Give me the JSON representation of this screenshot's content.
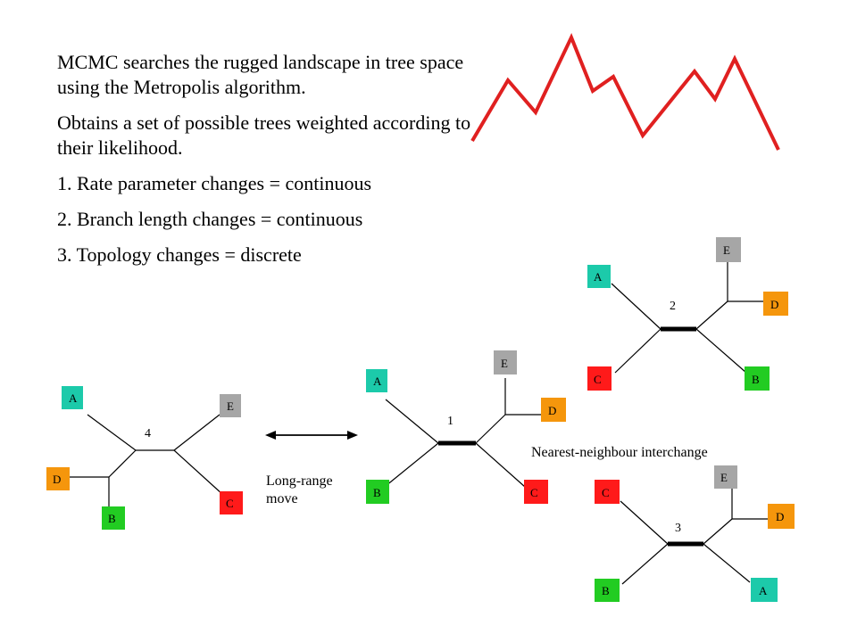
{
  "intro": {
    "para1": "MCMC searches the rugged landscape in tree space using the Metropolis algorithm.",
    "para2": "Obtains a set of possible trees weighted according to their likelihood.",
    "item1": "1. Rate parameter changes = continuous",
    "item2": "2. Branch length changes = continuous",
    "item3": "3. Topology changes = discrete"
  },
  "landscape": {
    "color": "#e02020"
  },
  "captions": {
    "long_range_line1": "Long-range",
    "long_range_line2": "move",
    "nni": "Nearest-neighbour interchange"
  },
  "colors": {
    "teal": "#1ccaaa",
    "gray": "#a6a6a6",
    "orange": "#f5960c",
    "green": "#22cc22",
    "red": "#ff1a1a"
  },
  "trees": {
    "t4": {
      "label": "4",
      "leaves": [
        "A",
        "E",
        "D",
        "B",
        "C"
      ]
    },
    "t1": {
      "label": "1",
      "leaves": [
        "A",
        "E",
        "D",
        "B",
        "C"
      ]
    },
    "t2": {
      "label": "2",
      "leaves": [
        "A",
        "E",
        "D",
        "C",
        "B"
      ]
    },
    "t3": {
      "label": "3",
      "leaves": [
        "C",
        "E",
        "D",
        "B",
        "A"
      ]
    }
  }
}
